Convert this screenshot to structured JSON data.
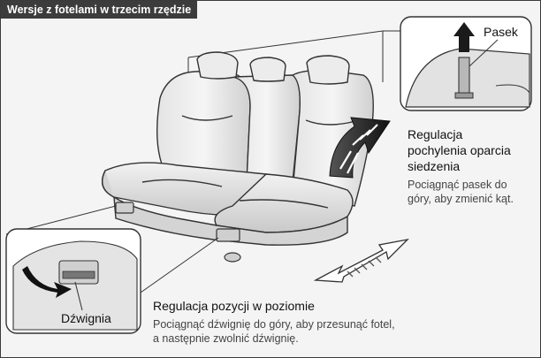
{
  "header": {
    "title": "Wersje z fotelami w trzecim rzędzie"
  },
  "callouts": {
    "strap": {
      "label": "Pasek"
    },
    "recline": {
      "title_line1": "Regulacja",
      "title_line2": "pochylenia oparcia",
      "title_line3": "siedzenia",
      "desc_line1": "Pociągnąć pasek do",
      "desc_line2": "góry, aby zmienić kąt."
    },
    "slide": {
      "title": "Regulacja pozycji w poziomie",
      "desc_line1": "Pociągnąć dźwignię do góry, aby przesunąć fotel,",
      "desc_line2": "a następnie zwolnić dźwignię."
    },
    "lever": {
      "label": "Dźwignia"
    }
  },
  "colors": {
    "accent_bar": "#3c3c3c",
    "background": "#f4f4f4",
    "seat": "#e2e2e2",
    "outline": "#333333"
  }
}
